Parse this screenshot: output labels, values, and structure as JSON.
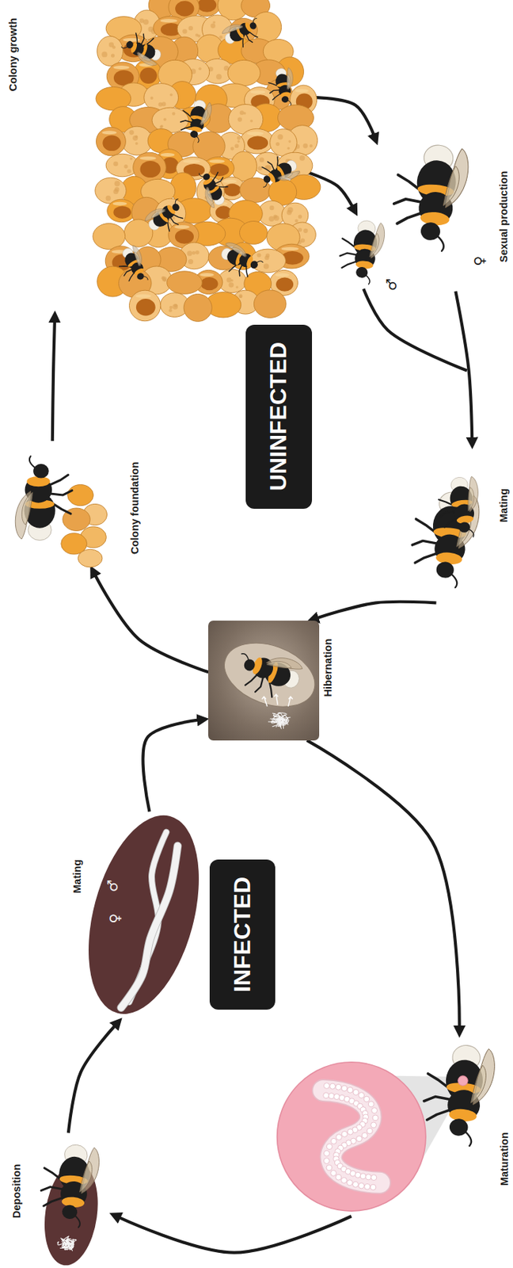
{
  "diagram": {
    "nodes": [
      {
        "text": [
          "Colony growth"
        ]
      },
      {
        "text": [
          "Sexual production"
        ]
      },
      {
        "text": [
          "UNINFECTED"
        ]
      },
      {
        "text": [
          "Colony foundation"
        ]
      },
      {
        "text": [
          "Mating"
        ]
      },
      {
        "text": [
          "Hibernation"
        ]
      },
      {
        "text": [
          "INFECTED"
        ]
      },
      {
        "text": [
          "Mating"
        ]
      },
      {
        "text": [
          "Maturation"
        ]
      },
      {
        "text": [
          "Deposition"
        ]
      }
    ],
    "edges": [
      {
        "from": 0,
        "to": 1,
        "arrow": "to"
      },
      {
        "from": 1,
        "to": 4,
        "arrow": "to"
      },
      {
        "from": 4,
        "to": 5,
        "arrow": "to"
      },
      {
        "from": 5,
        "to": 3,
        "arrow": "to"
      },
      {
        "from": 3,
        "to": 0,
        "arrow": "to"
      },
      {
        "from": 5,
        "to": 8,
        "arrow": "to"
      },
      {
        "from": 8,
        "to": 9,
        "arrow": "to"
      },
      {
        "from": 9,
        "to": 7,
        "arrow": "to"
      },
      {
        "from": 7,
        "to": 5,
        "arrow": "to"
      }
    ],
    "labels": [
      "♂",
      "♀",
      "♂",
      "♀"
    ]
  }
}
